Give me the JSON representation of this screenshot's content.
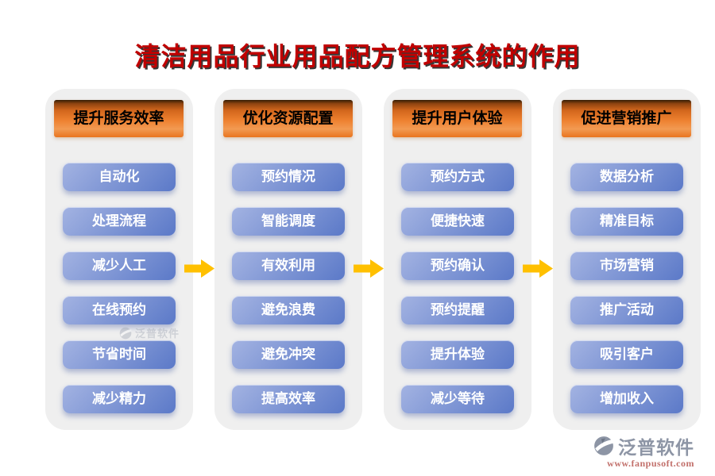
{
  "title": "清洁用品行业用品配方管理系统的作用",
  "columns": [
    {
      "header": "提升服务效率",
      "items": [
        "自动化",
        "处理流程",
        "减少人工",
        "在线预约",
        "节省时间",
        "减少精力"
      ]
    },
    {
      "header": "优化资源配置",
      "items": [
        "预约情况",
        "智能调度",
        "有效利用",
        "避免浪费",
        "避免冲突",
        "提高效率"
      ]
    },
    {
      "header": "提升用户体验",
      "items": [
        "预约方式",
        "便捷快速",
        "预约确认",
        "预约提醒",
        "提升体验",
        "减少等待"
      ]
    },
    {
      "header": "促进营销推广",
      "items": [
        "数据分析",
        "精准目标",
        "市场营销",
        "推广活动",
        "吸引客户",
        "增加收入"
      ]
    }
  ],
  "watermark": {
    "brand": "泛普软件"
  },
  "footer": {
    "brand": "泛普软件",
    "url": "www.fanpusoft.com"
  },
  "colors": {
    "title_red": "#c00000",
    "header_orange": "#ed7d31",
    "button_blue": "#5b79c8",
    "arrow_yellow": "#ffc000",
    "panel_gray": "#efefef",
    "brand_gray": "#8d95a5",
    "url_red": "#c2706b"
  }
}
